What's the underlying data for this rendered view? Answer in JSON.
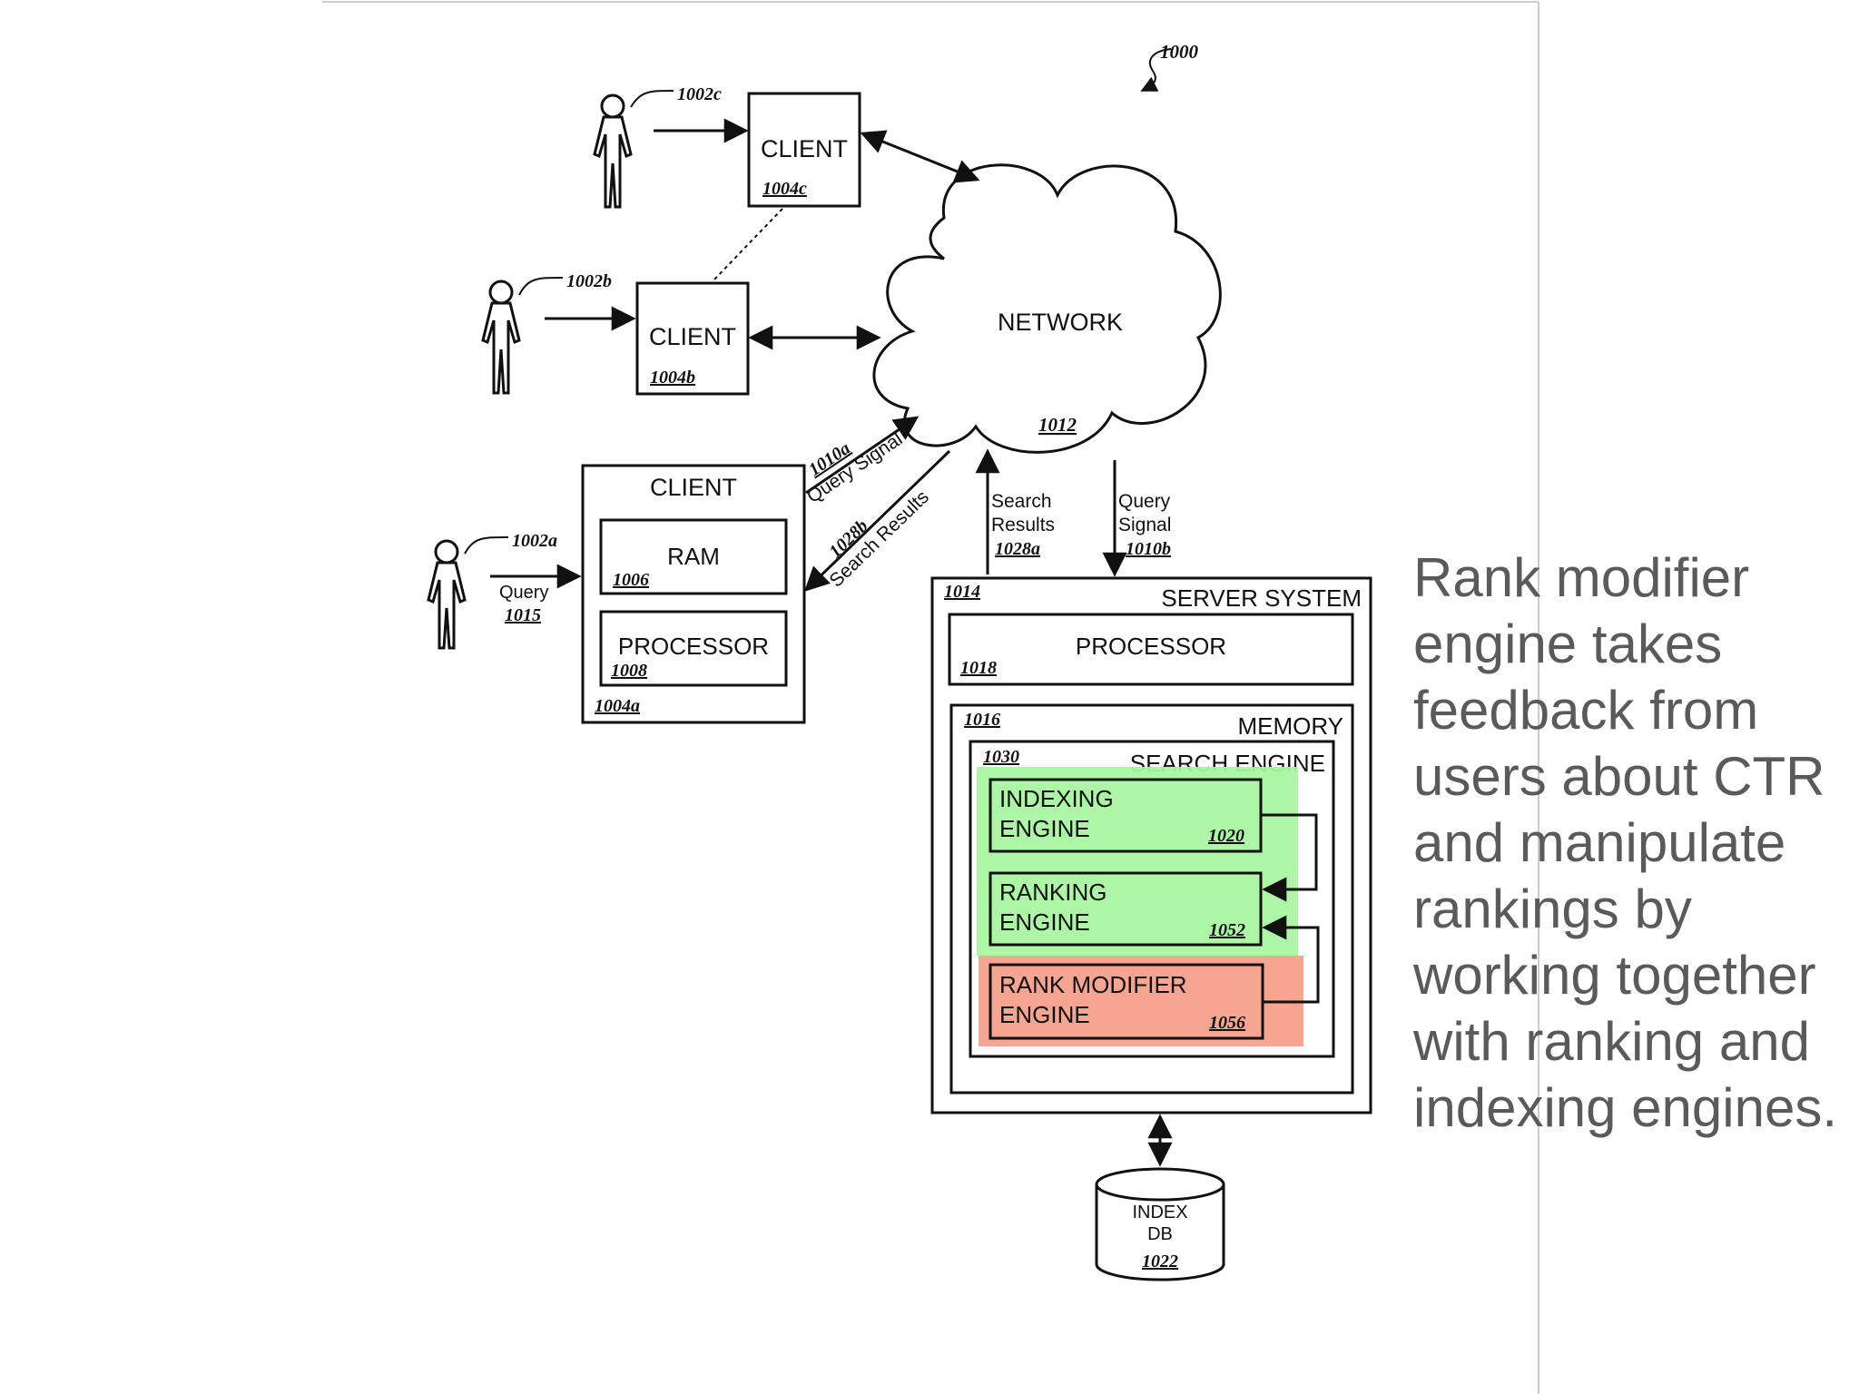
{
  "figure_ref": "1000",
  "users": [
    {
      "ref": "1002c"
    },
    {
      "ref": "1002b"
    },
    {
      "ref": "1002a"
    }
  ],
  "client_c": {
    "label": "CLIENT",
    "ref": "1004c"
  },
  "client_b": {
    "label": "CLIENT",
    "ref": "1004b"
  },
  "client_a": {
    "label": "CLIENT",
    "ref": "1004a",
    "ram": {
      "label": "RAM",
      "ref": "1006"
    },
    "processor": {
      "label": "PROCESSOR",
      "ref": "1008"
    }
  },
  "query": {
    "label": "Query",
    "ref": "1015"
  },
  "network": {
    "label": "NETWORK",
    "ref": "1012"
  },
  "query_signal_a": {
    "label": "Query Signal",
    "ref": "1010a"
  },
  "search_results_b": {
    "label": "Search Results",
    "ref": "1028b"
  },
  "search_results_a": {
    "line1": "Search",
    "line2": "Results",
    "ref": "1028a"
  },
  "query_signal_b": {
    "line1": "Query",
    "line2": "Signal",
    "ref": "1010b"
  },
  "server": {
    "label": "SERVER SYSTEM",
    "ref": "1014",
    "processor": {
      "label": "PROCESSOR",
      "ref": "1018"
    },
    "memory": {
      "label": "MEMORY",
      "ref": "1016"
    },
    "search_engine": {
      "label": "SEARCH ENGINE",
      "ref": "1030"
    },
    "indexing": {
      "line1": "INDEXING",
      "line2": "ENGINE",
      "ref": "1020"
    },
    "ranking": {
      "line1": "RANKING",
      "line2": "ENGINE",
      "ref": "1052"
    },
    "rank_modifier": {
      "line1": "RANK MODIFIER",
      "line2": "ENGINE",
      "ref": "1056"
    }
  },
  "index_db": {
    "line1": "INDEX",
    "line2": "DB",
    "ref": "1022"
  },
  "highlight_colors": {
    "green": "#a8f5a0",
    "red": "#f5a08a"
  },
  "caption": "Rank modifier engine takes feedback from users about CTR and manipulate rankings by working together with ranking and indexing engines."
}
